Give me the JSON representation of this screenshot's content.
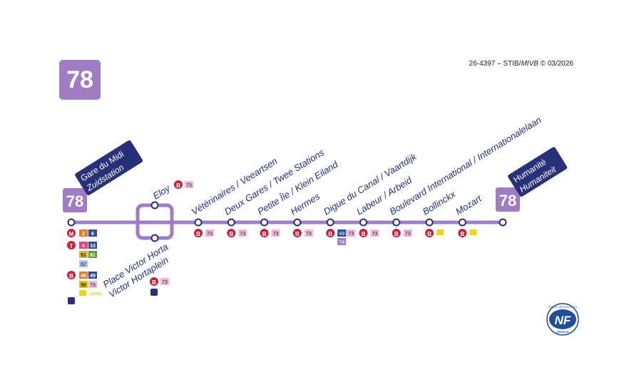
{
  "line": {
    "number": "78",
    "color": "#a07cc5",
    "text_color": "#1f2e8a"
  },
  "copyright": {
    "prefix": "26-4397 – STIB/",
    "italic": "MIVB",
    "suffix": " © 03/2026"
  },
  "terminus_start": {
    "badge": "78",
    "fr": "Gare du Midi",
    "nl": "Zuidstation"
  },
  "terminus_end": {
    "badge": "78",
    "fr": "Humanité",
    "nl": "Humaniteit"
  },
  "loop_stops": {
    "eloy": {
      "name": "Eloy",
      "conn_bus": "73"
    },
    "victor_horta": {
      "fr": "Place Victor Horta",
      "nl": "Victor Hortaplein",
      "conn_bus": "73"
    }
  },
  "stops": [
    {
      "fr": "Vétérinaires",
      "nl": "Veeartsen",
      "conn": [
        "73"
      ]
    },
    {
      "fr": "Deux Gares",
      "nl": "Twee Stations",
      "conn": [
        "73"
      ]
    },
    {
      "fr": "Petite Île",
      "nl": "Klein Eiland",
      "conn": [
        "73"
      ]
    },
    {
      "fr": "Hermes",
      "nl": "",
      "conn": [
        "73"
      ]
    },
    {
      "fr": "Digue du Canal",
      "nl": "Vaartdijk",
      "conn": [
        "49",
        "73",
        "74"
      ]
    },
    {
      "fr": "Labeur",
      "nl": "Arbeid",
      "conn": [
        "73"
      ]
    },
    {
      "fr": "Boulevard International",
      "nl": "Internationalelaan",
      "conn": [
        "73"
      ]
    },
    {
      "fr": "Bollinckx",
      "nl": "",
      "conn": []
    },
    {
      "fr": "Mozart",
      "nl": "",
      "conn": []
    }
  ],
  "gare_du_midi_connections": {
    "metro": [
      "2",
      "6"
    ],
    "tram": [
      "4",
      "10",
      "51",
      "81",
      "82"
    ],
    "bus": [
      "48",
      "49",
      "50",
      "73"
    ],
    "other": [
      "LETEC"
    ]
  },
  "labels": {
    "metro": "M",
    "tram": "T",
    "bus": "B",
    "nf": "NF",
    "nf_sub": "SERVICE",
    "nf_top": "AFNOR CERTIFICATION"
  },
  "colors": {
    "metro": "#c8203a",
    "tram": "#c8203a",
    "bus": "#c8203a",
    "l2": "#e8782a",
    "l6": "#2a4f9c",
    "l4": "#e0457b",
    "l10": "#2a4f9c",
    "l51": "#d8c21a",
    "l81": "#5c9a3a",
    "l82": "#a9c8e8",
    "l48": "#e8782a",
    "l49": "#2a4f9c",
    "l50": "#d8c21a",
    "l73": "#f0b8d6",
    "l74": "#a07cc5",
    "nf_blue": "#1f4e9a"
  }
}
